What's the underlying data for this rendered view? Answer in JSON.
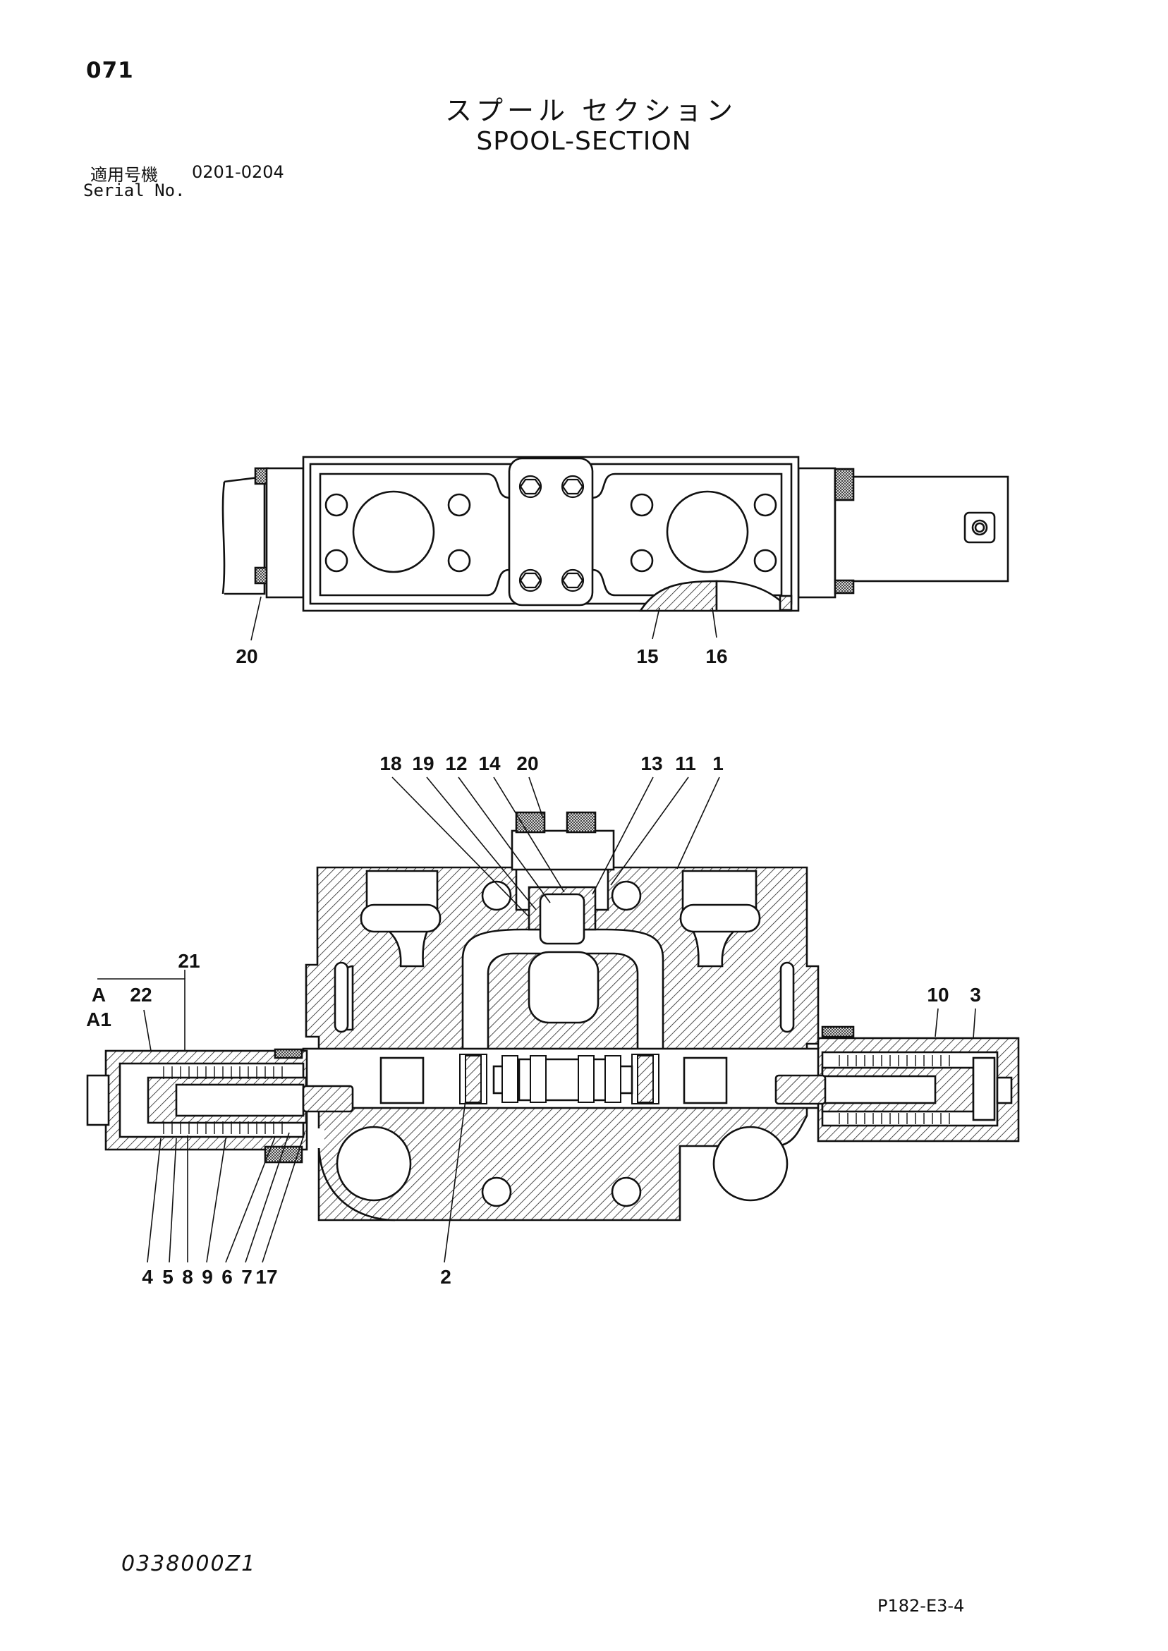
{
  "header": {
    "page_number": "071",
    "title_jp": "スプール セクション",
    "title_en": "SPOOL-SECTION",
    "serial_label_jp": "適用号機",
    "serial_range": "0201-0204",
    "serial_label_en": "Serial No."
  },
  "footer": {
    "doc_code": "0338000Z1",
    "page_ref": "P182-E3-4"
  },
  "diagram": {
    "top_view_callouts": [
      "20",
      "15",
      "16"
    ],
    "section_callouts_top": [
      "18",
      "19",
      "12",
      "14",
      "20",
      "13",
      "11",
      "1"
    ],
    "section_callouts_left": [
      "21",
      "A",
      "22",
      "A1"
    ],
    "section_callouts_right": [
      "10",
      "3"
    ],
    "section_callouts_bottom": [
      "4",
      "5",
      "8",
      "9",
      "6",
      "7",
      "17",
      "2"
    ]
  }
}
